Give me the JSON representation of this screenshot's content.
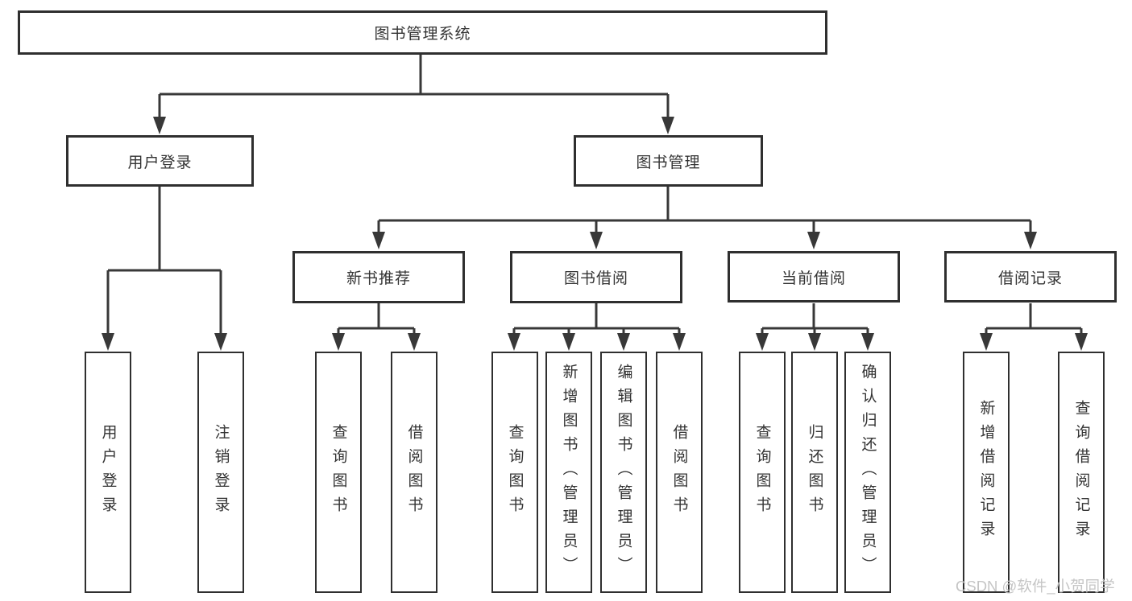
{
  "tree": {
    "label": "图书管理系统",
    "children": [
      {
        "label": "用户登录",
        "children": [
          {
            "label": "用户登录"
          },
          {
            "label": "注销登录"
          }
        ]
      },
      {
        "label": "图书管理",
        "children": [
          {
            "label": "新书推荐",
            "children": [
              {
                "label": "查询图书"
              },
              {
                "label": "借阅图书"
              }
            ]
          },
          {
            "label": "图书借阅",
            "children": [
              {
                "label": "查询图书"
              },
              {
                "label": "新增图书（管理员）"
              },
              {
                "label": "编辑图书（管理员）"
              },
              {
                "label": "借阅图书"
              }
            ]
          },
          {
            "label": "当前借阅",
            "children": [
              {
                "label": "查询图书"
              },
              {
                "label": "归还图书"
              },
              {
                "label": "确认归还（管理员）"
              }
            ]
          },
          {
            "label": "借阅记录",
            "children": [
              {
                "label": "新增借阅记录"
              },
              {
                "label": "查询借阅记录"
              }
            ]
          }
        ]
      }
    ]
  },
  "watermark": {
    "text": "CSDN @软件_小贺同学"
  },
  "colors": {
    "line": "#383838",
    "box_border": "#2f2f2f",
    "text": "#333333",
    "watermark": "#c5c5c5",
    "background": "#ffffff"
  }
}
